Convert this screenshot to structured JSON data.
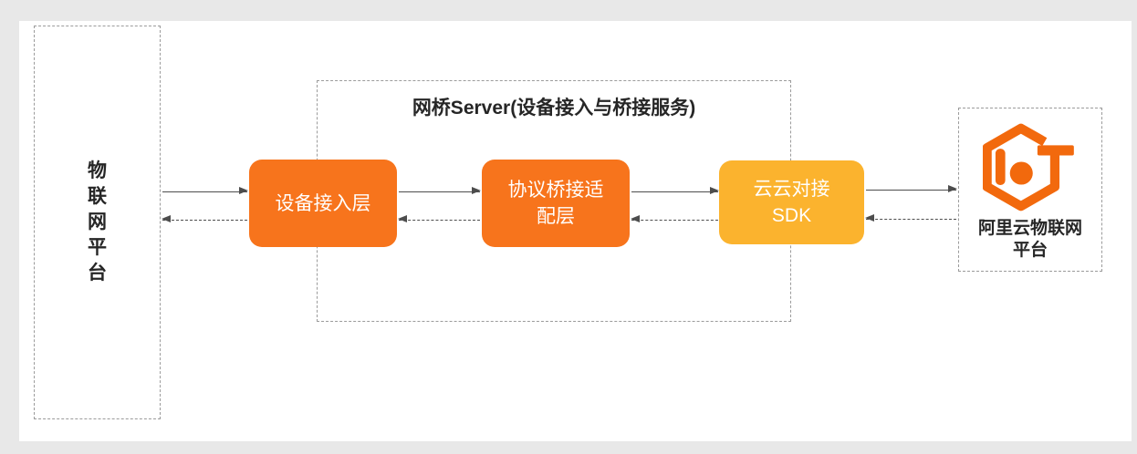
{
  "left_platform": {
    "label_vertical": "物\n联\n网\n平\n台"
  },
  "bridge_server": {
    "title": "网桥Server(设备接入与桥接服务)",
    "nodes": [
      {
        "id": "device-access-layer",
        "label": "设备接入层",
        "color": "#f7741c"
      },
      {
        "id": "protocol-bridge-adapter-layer",
        "label": "协议桥接适\n配层",
        "color": "#f7741c"
      },
      {
        "id": "cloud-cloud-sdk",
        "label": "云云对接\nSDK",
        "color": "#fbb32e"
      }
    ]
  },
  "aliyun_platform": {
    "label": "阿里云物联网\n平台",
    "logo_icon": "aliyun-iot-logo",
    "logo_color": "#f2690d"
  },
  "colors": {
    "page_background": "#e8e8e8",
    "canvas_background": "#ffffff",
    "node_orange": "#f7741c",
    "node_amber": "#fbb32e",
    "arrow": "#4d4d4d",
    "dashed_border": "#9b9b9b",
    "text_dark": "#262626",
    "node_text": "#ffffff"
  }
}
